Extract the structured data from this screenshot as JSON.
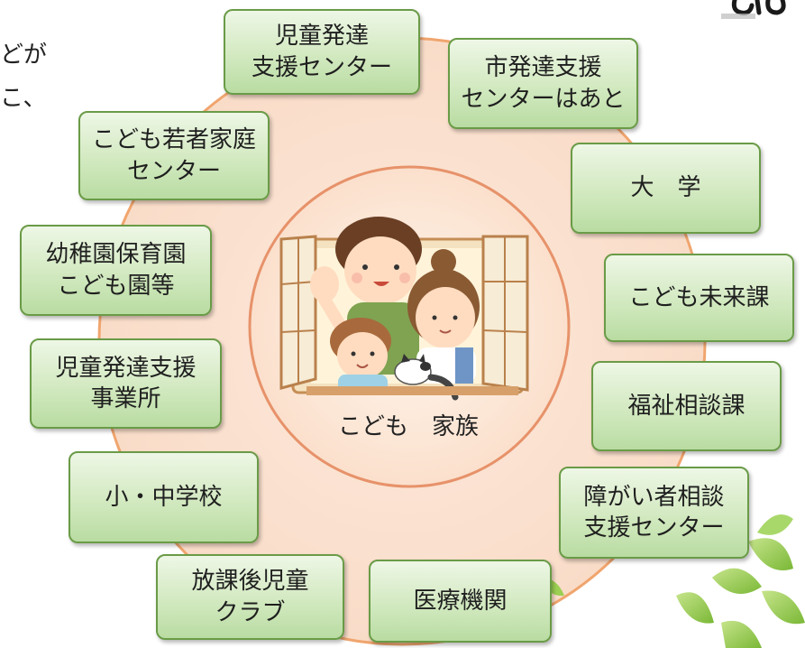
{
  "partial_text": {
    "line1": "どが",
    "line2": "こ、"
  },
  "center_label": "こども　家族",
  "nodes": [
    {
      "key": "jidou-center",
      "label": "児童発達\n支援センター"
    },
    {
      "key": "shi-hattatsu",
      "label": "市発達支援\nセンターはあと"
    },
    {
      "key": "daigaku",
      "label": "大　学"
    },
    {
      "key": "kodomo-mirai",
      "label": "こども未来課"
    },
    {
      "key": "fukushi",
      "label": "福祉相談課"
    },
    {
      "key": "shougai",
      "label": "障がい者相談\n支援センター"
    },
    {
      "key": "iryou",
      "label": "医療機関"
    },
    {
      "key": "houkago",
      "label": "放課後児童\nクラブ"
    },
    {
      "key": "shouchu",
      "label": "小・中学校"
    },
    {
      "key": "jigyousho",
      "label": "児童発達支援\n事業所"
    },
    {
      "key": "youchien",
      "label": "幼稚園保育園\nこども園等"
    },
    {
      "key": "wakamono",
      "label": "こども若者家庭\nセンター"
    }
  ],
  "colors": {
    "ring_fill": "#fbe3d3",
    "ring_stroke": "#f0a56e",
    "node_border": "#6a9b47",
    "node_fill": "#d2e9c0",
    "leaf": "#8cc63f"
  }
}
